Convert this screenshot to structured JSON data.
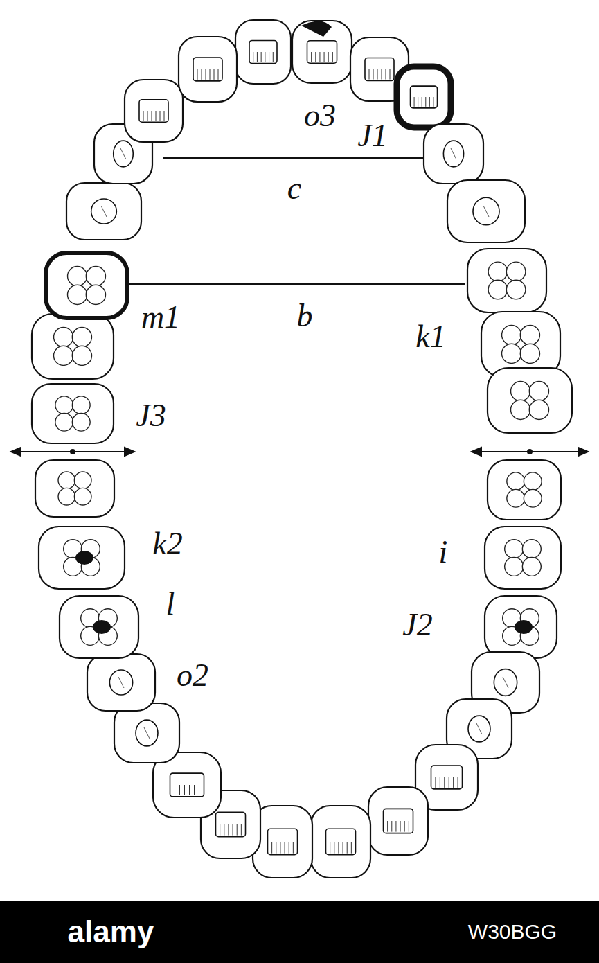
{
  "diagram": {
    "labels": [
      "o3",
      "J1",
      "c",
      "m1",
      "b",
      "k1",
      "J3",
      "k2",
      "i",
      "l",
      "J2",
      "o2",
      "alamy",
      "W30BGG"
    ]
  }
}
